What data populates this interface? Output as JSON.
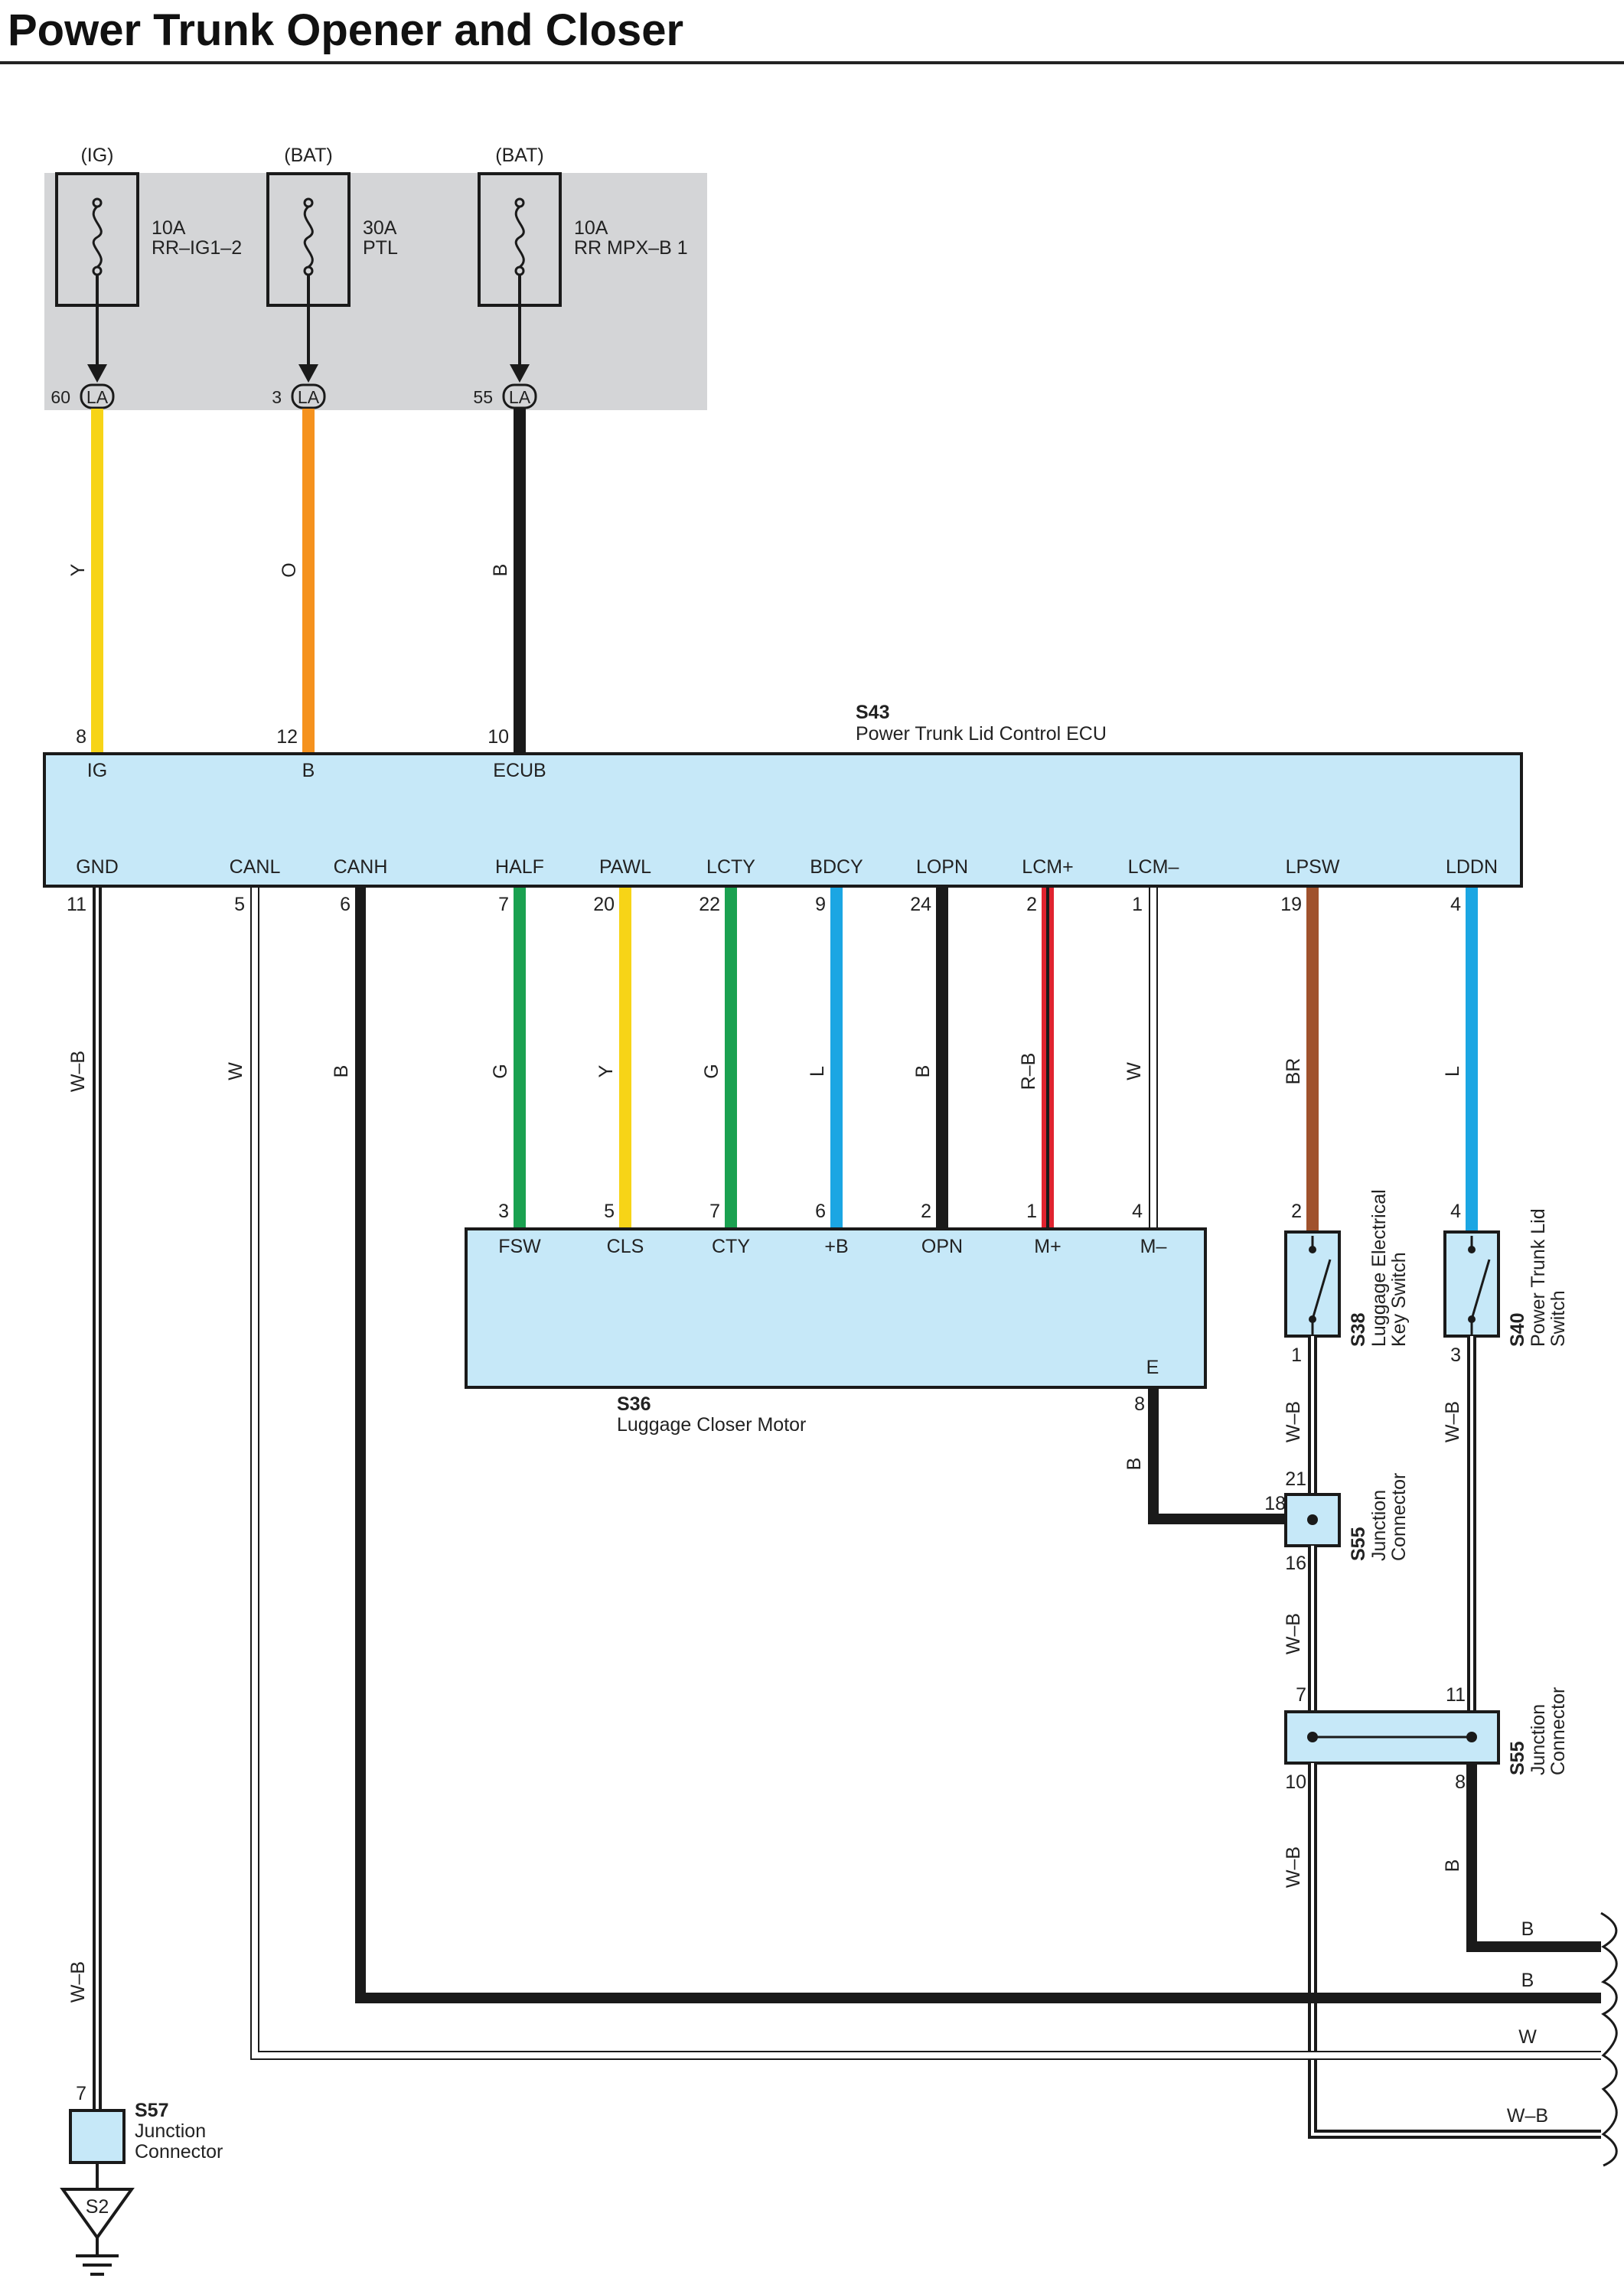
{
  "title": "Power Trunk Opener and Closer",
  "colors": {
    "Y": "#f7d417",
    "O": "#f5921e",
    "B": "#1a1a1a",
    "G": "#1aa150",
    "L": "#1ba6e3",
    "BR": "#a0522d",
    "R": "#e0232f",
    "W-B": "#1a1a1a",
    "module_fill": "#c6e8f8",
    "fuse_box": "#d4d5d7"
  },
  "fuse_box": {
    "fuses": [
      {
        "source": "(IG)",
        "rating": "10A",
        "name": "RR–IG1–2",
        "pin": "60",
        "connector": "LA",
        "wire": "Y"
      },
      {
        "source": "(BAT)",
        "rating": "30A",
        "name": "PTL",
        "pin": "3",
        "connector": "LA",
        "wire": "O"
      },
      {
        "source": "(BAT)",
        "rating": "10A",
        "name": "RR MPX–B 1",
        "pin": "55",
        "connector": "LA",
        "wire": "B"
      }
    ]
  },
  "ecu": {
    "code": "S43",
    "name": "Power Trunk Lid Control ECU",
    "top_pins": [
      {
        "pin": "8",
        "label": "IG"
      },
      {
        "pin": "12",
        "label": "B"
      },
      {
        "pin": "10",
        "label": "ECUB"
      }
    ],
    "bottom_pins": [
      {
        "pin": "11",
        "label": "GND",
        "wire": "W–B"
      },
      {
        "pin": "5",
        "label": "CANL",
        "wire": "W"
      },
      {
        "pin": "6",
        "label": "CANH",
        "wire": "B"
      },
      {
        "pin": "7",
        "label": "HALF",
        "wire": "G"
      },
      {
        "pin": "20",
        "label": "PAWL",
        "wire": "Y"
      },
      {
        "pin": "22",
        "label": "LCTY",
        "wire": "G"
      },
      {
        "pin": "9",
        "label": "BDCY",
        "wire": "L"
      },
      {
        "pin": "24",
        "label": "LOPN",
        "wire": "B"
      },
      {
        "pin": "2",
        "label": "LCM+",
        "wire": "R–B"
      },
      {
        "pin": "1",
        "label": "LCM–",
        "wire": "W"
      },
      {
        "pin": "19",
        "label": "LPSW",
        "wire": "BR"
      },
      {
        "pin": "4",
        "label": "LDDN",
        "wire": "L"
      }
    ]
  },
  "motor": {
    "code": "S36",
    "name": "Luggage Closer Motor",
    "pins": [
      {
        "pin": "3",
        "label": "FSW"
      },
      {
        "pin": "5",
        "label": "CLS"
      },
      {
        "pin": "7",
        "label": "CTY"
      },
      {
        "pin": "6",
        "label": "+B"
      },
      {
        "pin": "2",
        "label": "OPN"
      },
      {
        "pin": "1",
        "label": "M+"
      },
      {
        "pin": "4",
        "label": "M–"
      }
    ],
    "ground_label": "E",
    "ground_pin": "8",
    "ground_wire": "B"
  },
  "s38": {
    "code": "S38",
    "name_line1": "Luggage Electrical",
    "name_line2": "Key Switch",
    "pin_top": "2",
    "pin_bottom": "1",
    "wire_out": "W–B"
  },
  "s40": {
    "code": "S40",
    "name_line1": "Power Trunk Lid",
    "name_line2": "Switch",
    "pin_top": "4",
    "pin_bottom": "3",
    "wire_out": "W–B"
  },
  "jc_upper": {
    "code": "S55",
    "name_line1": "Junction",
    "name_line2": "Connector",
    "pin_in": "21",
    "pin_side": "18",
    "pin_out": "16",
    "wire_out": "W–B"
  },
  "jc_lower": {
    "code": "S55",
    "name_line1": "Junction",
    "name_line2": "Connector",
    "pin_left_in": "7",
    "pin_right_in": "11",
    "pin_left_out": "10",
    "pin_right_out": "8",
    "wire_left": "W–B",
    "wire_right": "B"
  },
  "s57": {
    "code": "S57",
    "name_line1": "Junction",
    "name_line2": "Connector",
    "pin": "7",
    "ground": "S2",
    "wire": "W–B"
  },
  "outputs": [
    {
      "label": "B"
    },
    {
      "label": "B"
    },
    {
      "label": "W"
    },
    {
      "label": "W–B"
    }
  ]
}
